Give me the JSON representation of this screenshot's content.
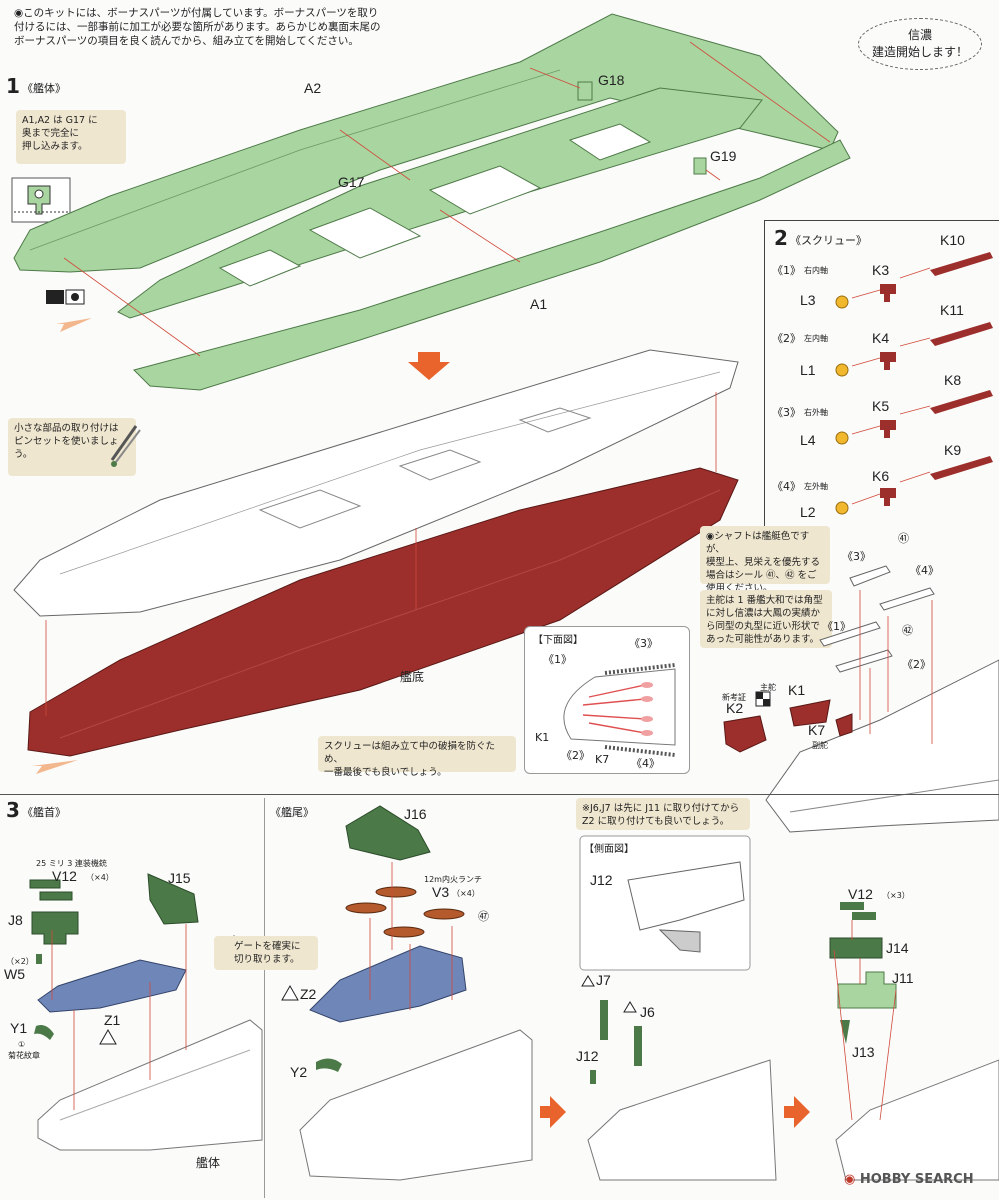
{
  "header": {
    "intro_lines": [
      "◉このキットには、ボーナスパーツが付属しています。ボーナスパーツを取り",
      "付けるには、一部事前に加工が必要な箇所があります。あらかじめ裏面末尾の",
      "ボーナスパーツの項目を良く読んでから、組み立てを開始してください。"
    ],
    "bubble_lines": [
      "信濃",
      "建造開始します！"
    ]
  },
  "step1": {
    "number": "1",
    "heading": "《艦体》",
    "tip_lines": [
      "A1,A2 は G17 に",
      "奥まで完全に",
      "押し込みます。"
    ],
    "tweezer_lines": [
      "小さな部品の取り付けは",
      "ピンセットを使いましょう。"
    ],
    "parts": {
      "a2": "A2",
      "g17": "G17",
      "g18": "G18",
      "g19": "G19",
      "a1": "A1"
    },
    "hull_bottom": "艦底"
  },
  "step2": {
    "number": "2",
    "heading": "《スクリュー》",
    "rows": [
      {
        "no": "《1》",
        "desc": "右内軸",
        "shaft": "K10",
        "bracket": "K3",
        "prop": "L3"
      },
      {
        "no": "《2》",
        "desc": "左内軸",
        "shaft": "K11",
        "bracket": "K4",
        "prop": "L1"
      },
      {
        "no": "《3》",
        "desc": "右外軸",
        "shaft": "K8",
        "bracket": "K5",
        "prop": "L4"
      },
      {
        "no": "《4》",
        "desc": "左外軸",
        "shaft": "K9",
        "bracket": "K6",
        "prop": "L2"
      }
    ],
    "shaft_note_lines": [
      "◉シャフトは艦艇色ですが、",
      "模型上、見栄えを優先する",
      "場合はシール ㊶、㊷ をご",
      "使用ください。"
    ],
    "rudder_note_lines": [
      "主舵は 1 番艦大和では角型",
      "に対し信濃は大鳳の実績か",
      "ら同型の丸型に近い形状で",
      "あった可能性があります。"
    ],
    "assembly_labels": {
      "s3": "《3》",
      "s4": "《4》",
      "s1": "《1》",
      "s2": "《2》",
      "d41": "㊶",
      "d42": "㊷"
    },
    "rudder": {
      "new_label": "新考証",
      "main_label": "主舵",
      "k2": "K2",
      "k1": "K1",
      "k7": "K7",
      "sub_label": "副舵"
    },
    "bottom_view": {
      "title": "【下面図】",
      "labels": {
        "v1": "《1》",
        "v3": "《3》",
        "v2": "《2》",
        "v4": "《4》",
        "k1": "K1",
        "k7": "K7"
      }
    },
    "screw_note_lines": [
      "スクリューは組み立て中の破損を防ぐため、",
      "一番最後でも良いでしょう。"
    ]
  },
  "step3": {
    "number": "3",
    "heading_bow": "《艦首》",
    "heading_stern": "《艦尾》",
    "aa_label": "25 ミリ 3 連装機銃",
    "v12_a": "V12",
    "v12_a_mult": "（×4）",
    "j8": "J8",
    "x2": "（×2）",
    "w5": "W5",
    "y1": "Y1",
    "circ1": "①",
    "crest": "菊花紋章",
    "z1": "Z1",
    "j15": "J15",
    "gate_lines": [
      "ゲートを確実に",
      "切り取ります。"
    ],
    "hull": "艦体",
    "j16": "J16",
    "launch_label": "12m内火ランチ",
    "v3": "V3",
    "v3_mult": "（×4）",
    "circ47": "㊼",
    "z2": "Z2",
    "y2": "Y2",
    "j_note_lines": [
      "※J6,J7 は先に J11 に取り付けてから",
      "Z2 に取り付けても良いでしょう。"
    ],
    "side_view": "【側面図】",
    "j12_side": "J12",
    "j7": "J7",
    "j6": "J6",
    "j12": "J12",
    "v12_b": "V12",
    "v12_b_mult": "（×3）",
    "j14": "J14",
    "j11": "J11",
    "j13": "J13"
  },
  "watermark": "HOBBY SEARCH",
  "colors": {
    "green": "#a9d5a0",
    "red": "#9c2f2c",
    "blue": "#6f86b8",
    "tan": "#efe6cf",
    "orange": "#e8642c",
    "yellow": "#f1b72d"
  }
}
